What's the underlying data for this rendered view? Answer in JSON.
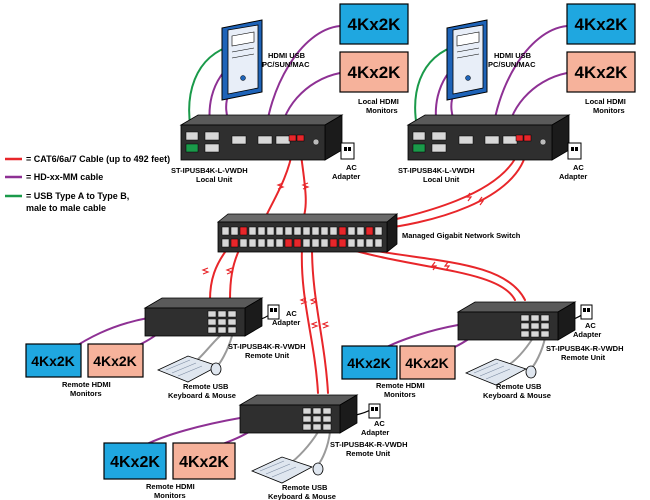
{
  "colors": {
    "cat6": "#e8262a",
    "hdmi": "#8e3194",
    "usb": "#1a9a4a",
    "monitor_blue": "#1fa7e0",
    "monitor_salmon": "#f6b29b",
    "unit_dark": "#2f2f2f",
    "tower_blue": "#1e63b8"
  },
  "legend": {
    "cat6": "= CAT6/6a/7 Cable (up to 492 feet)",
    "hdmi": "= HD-xx-MM cable",
    "usb_line1": "= USB Type A to Type B,",
    "usb_line2": "male to male cable"
  },
  "monitor_label": "4Kx2K",
  "local_left": {
    "pc_line1": "HDMI USB",
    "pc_line2": "PC/SUN/MAC",
    "monitors_line1": "Local HDMI",
    "monitors_line2": "Monitors",
    "unit_line1": "ST-IPUSB4K-L-VWDH",
    "unit_line2": "Local Unit",
    "adapter_line1": "AC",
    "adapter_line2": "Adapter"
  },
  "local_right": {
    "pc_line1": "HDMI USB",
    "pc_line2": "PC/SUN/MAC",
    "monitors_line1": "Local HDMI",
    "monitors_line2": "Monitors",
    "unit_line1": "ST-IPUSB4K-L-VWDH",
    "unit_line2": "Local Unit",
    "adapter_line1": "AC",
    "adapter_line2": "Adapter"
  },
  "switch_label": "Managed Gigabit Network Switch",
  "remote_left": {
    "unit_line1": "ST-IPUSB4K-R-VWDH",
    "unit_line2": "Remote Unit",
    "adapter_line1": "AC",
    "adapter_line2": "Adapter",
    "monitors_line1": "Remote HDMI",
    "monitors_line2": "Monitors",
    "usb_line1": "Remote USB",
    "usb_line2": "Keyboard & Mouse"
  },
  "remote_right": {
    "unit_line1": "ST-IPUSB4K-R-VWDH",
    "unit_line2": "Remote Unit",
    "adapter_line1": "AC",
    "adapter_line2": "Adapter",
    "monitors_line1": "Remote HDMI",
    "monitors_line2": "Monitors",
    "usb_line1": "Remote USB",
    "usb_line2": "Keyboard & Mouse"
  },
  "remote_bottom": {
    "unit_line1": "ST-IPUSB4K-R-VWDH",
    "unit_line2": "Remote Unit",
    "adapter_line1": "AC",
    "adapter_line2": "Adapter",
    "monitors_line1": "Remote HDMI",
    "monitors_line2": "Monitors",
    "usb_line1": "Remote USB",
    "usb_line2": "Keyboard & Mouse"
  }
}
